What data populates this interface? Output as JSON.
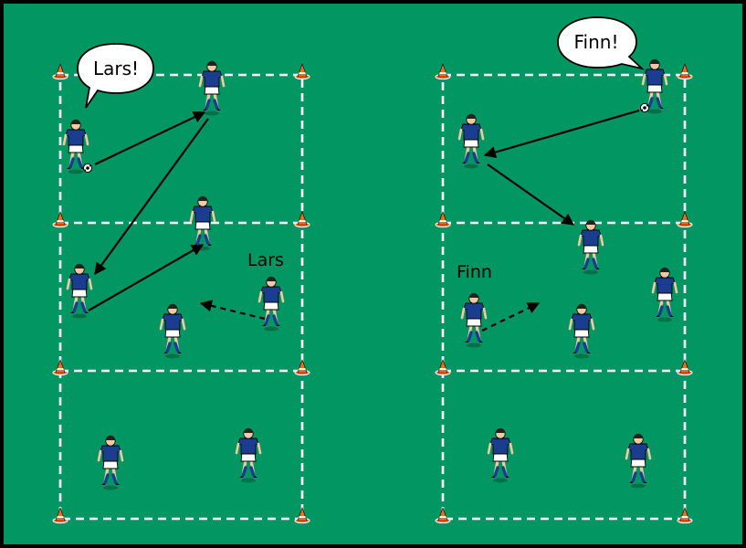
{
  "colors": {
    "pitch": "#029762",
    "border": "#000000",
    "field_lines": "#ffffff",
    "jersey": "#1a3d8f",
    "shorts": "#ffffff",
    "skin": "#f3c9a1",
    "cone": "#ff6a1a",
    "arrow": "#000000"
  },
  "drill_left": {
    "callout": "Lars!",
    "label": "Lars"
  },
  "drill_right": {
    "callout": "Finn!",
    "label": "Finn"
  },
  "icons": [
    "cone-icon",
    "ball-icon",
    "player-icon",
    "speech-bubble-icon"
  ]
}
